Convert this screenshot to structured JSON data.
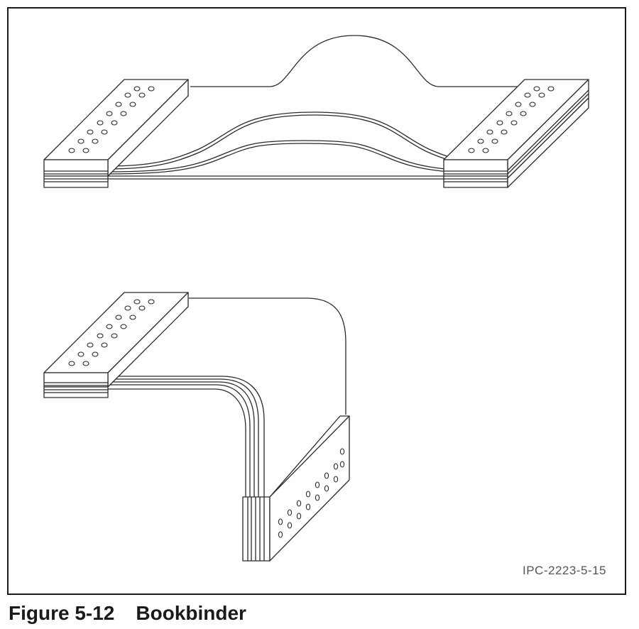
{
  "figure": {
    "label": "Figure 5-12",
    "title": "Bookbinder",
    "reference_code": "IPC-2223-5-15"
  },
  "illustrations": [
    {
      "name": "flat-bookbinder-assembly",
      "parts": [
        "left-stiffener",
        "right-stiffener",
        "outer-flex-layer",
        "middle-flex-layer",
        "inner-flex-layer"
      ]
    },
    {
      "name": "bent-bookbinder-assembly",
      "parts": [
        "top-stiffener",
        "side-stiffener",
        "outer-flex-layer",
        "inner-flex-layers"
      ]
    }
  ],
  "colors": {
    "line": "#2a2a2a",
    "background": "#ffffff",
    "frame": "#1a1a1a",
    "reference_text": "#555555"
  }
}
